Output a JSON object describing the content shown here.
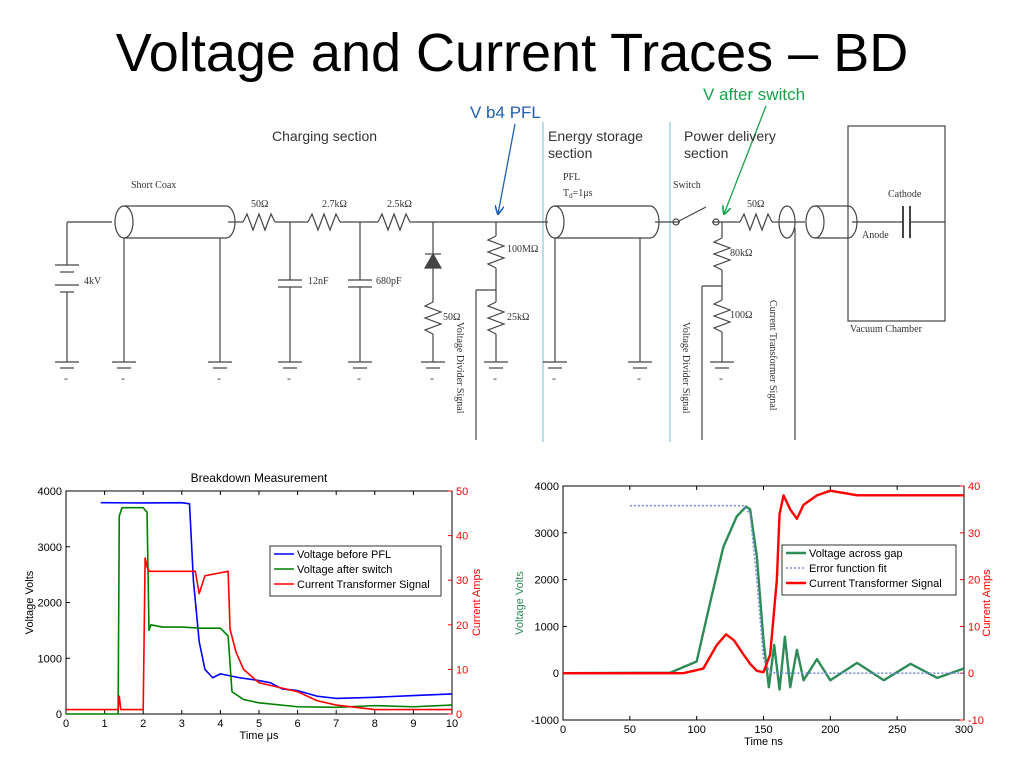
{
  "title": "Voltage and Current Traces –  BD",
  "annotations": {
    "v_b4_pfl": "V b4 PFL",
    "v_after_switch": "V after switch",
    "colors": {
      "v_b4_pfl": "#1f5fb0",
      "v_after_switch": "#17a34a"
    }
  },
  "schematic": {
    "sections": {
      "charging": "Charging section",
      "energy_storage": [
        "Energy storage",
        "section"
      ],
      "power_delivery": [
        "Power delivery",
        "section"
      ]
    },
    "labels": {
      "short_coax": "Short Coax",
      "source": "4kV",
      "r1": "50Ω",
      "r2": "2.7kΩ",
      "r3": "2.5kΩ",
      "c1": "12nF",
      "c2": "680pF",
      "r_diode": "50Ω",
      "r_div_top": "100MΩ",
      "r_div_bot": "25kΩ",
      "pfl": "PFL",
      "td": "T",
      "td_sub": "d",
      "td_val": "=1μs",
      "switch": "Switch",
      "r_out": "50Ω",
      "r_div2_top": "80kΩ",
      "r_div2_bot": "100Ω",
      "cathode": "Cathode",
      "anode": "Anode",
      "vacuum_chamber": "Vacuum Chamber",
      "vd_signal_1": "Voltage Divider Signal",
      "vd_signal_2": "Voltage Divider Signal",
      "ct_signal": "Current Transformer Signal",
      "ground": "-"
    },
    "divider_color": "#8cc6e0"
  },
  "chart_data": [
    {
      "type": "line",
      "title": "Breakdown Measurement",
      "xlabel": "Time μs",
      "ylabel": "Voltage Volts",
      "y2label": "Current Amps",
      "xlim": [
        0,
        10
      ],
      "ylim": [
        0,
        4000
      ],
      "y2lim": [
        0,
        50
      ],
      "xticks": [
        0,
        1,
        2,
        3,
        4,
        5,
        6,
        7,
        8,
        9,
        10
      ],
      "yticks": [
        0,
        1000,
        2000,
        3000,
        4000
      ],
      "y2ticks": [
        0,
        10,
        20,
        30,
        40,
        50
      ],
      "legend_position": "center-right",
      "series": [
        {
          "name": "Voltage before PFL",
          "color": "#0000ff",
          "axis": "left",
          "x": [
            0.9,
            1.0,
            2.0,
            3.0,
            3.2,
            3.3,
            3.45,
            3.6,
            3.8,
            4.0,
            4.5,
            5.0,
            5.3,
            5.6,
            6.0,
            6.5,
            7.0,
            8.0,
            9.0,
            10.0
          ],
          "y": [
            3790,
            3790,
            3785,
            3790,
            3770,
            2400,
            1300,
            800,
            650,
            720,
            650,
            600,
            560,
            450,
            420,
            320,
            280,
            300,
            330,
            360
          ]
        },
        {
          "name": "Voltage after switch",
          "color": "#008000",
          "axis": "left",
          "x": [
            0,
            1.35,
            1.38,
            1.45,
            2.0,
            2.1,
            2.15,
            2.2,
            2.5,
            3.0,
            3.5,
            4.0,
            4.2,
            4.3,
            4.6,
            5.0,
            6.0,
            7.0,
            8.0,
            9.0,
            10.0
          ],
          "y": [
            0,
            0,
            3550,
            3700,
            3700,
            3620,
            1500,
            1600,
            1560,
            1560,
            1540,
            1540,
            1400,
            400,
            260,
            200,
            130,
            120,
            150,
            130,
            160
          ]
        },
        {
          "name": "Current Transformer Signal",
          "color": "#ff0000",
          "axis": "right",
          "x": [
            0,
            1.35,
            1.38,
            1.42,
            2.0,
            2.05,
            2.1,
            2.15,
            2.5,
            3.0,
            3.35,
            3.45,
            3.6,
            4.2,
            4.25,
            4.4,
            4.6,
            5.0,
            5.5,
            6.0,
            6.5,
            7.0,
            8.0,
            9.0,
            10.0
          ],
          "y": [
            1,
            1,
            4,
            1,
            1,
            35,
            33,
            32,
            32,
            32,
            32,
            27,
            31,
            32,
            19,
            14,
            10,
            7,
            6,
            5,
            3,
            2,
            1,
            1,
            1
          ]
        }
      ]
    },
    {
      "type": "line",
      "title": "",
      "xlabel": "Time ns",
      "ylabel": "Voltage Volts",
      "y2label": "Current Amps",
      "xlim": [
        0,
        300
      ],
      "ylim": [
        -1000,
        4000
      ],
      "y2lim": [
        -10,
        40
      ],
      "xticks": [
        0,
        50,
        100,
        150,
        200,
        250,
        300
      ],
      "yticks": [
        -1000,
        0,
        1000,
        2000,
        3000,
        4000
      ],
      "y2ticks": [
        -10,
        0,
        10,
        20,
        30,
        40
      ],
      "legend_position": "center-right",
      "series": [
        {
          "name": "Voltage across gap",
          "color": "#2e8b57",
          "axis": "left",
          "x": [
            0,
            80,
            100,
            110,
            120,
            130,
            137,
            140,
            145,
            150,
            154,
            158,
            162,
            166,
            170,
            175,
            180,
            190,
            200,
            220,
            240,
            260,
            280,
            300
          ],
          "y": [
            0,
            10,
            250,
            1500,
            2700,
            3350,
            3560,
            3500,
            2500,
            700,
            -300,
            600,
            -350,
            780,
            -300,
            500,
            -150,
            300,
            -150,
            220,
            -150,
            200,
            -100,
            100
          ]
        },
        {
          "name": "Error function fit",
          "color": "#7b8ce8",
          "axis": "left",
          "x": [
            50,
            135,
            140,
            145,
            150,
            155,
            160,
            300
          ],
          "y": [
            3580,
            3580,
            3400,
            2000,
            300,
            20,
            0,
            0
          ]
        },
        {
          "name": "Current Transformer Signal",
          "color": "#ff0000",
          "axis": "right",
          "x": [
            0,
            90,
            105,
            115,
            122,
            128,
            135,
            140,
            145,
            150,
            155,
            160,
            162,
            165,
            170,
            175,
            180,
            190,
            200,
            220,
            250,
            280,
            300
          ],
          "y": [
            0,
            0,
            1,
            6,
            8.3,
            7,
            4,
            2,
            0.5,
            0.2,
            4,
            20,
            34,
            38,
            35,
            33,
            36,
            38,
            39,
            38,
            38,
            38,
            38
          ]
        }
      ]
    }
  ]
}
